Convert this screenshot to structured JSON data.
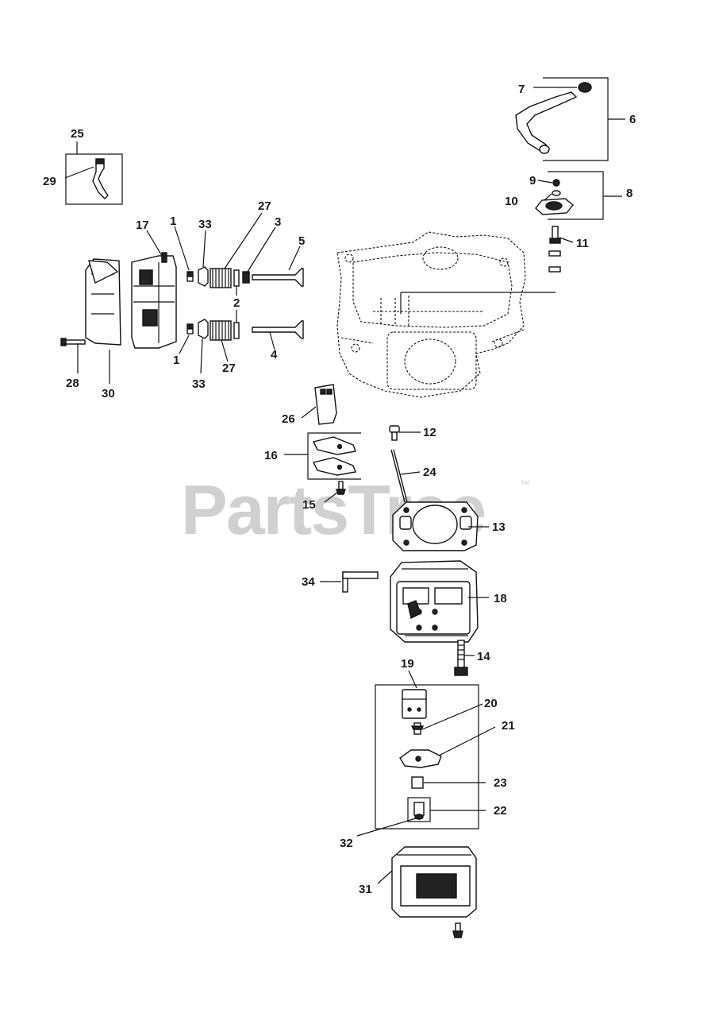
{
  "watermark": {
    "brand": "PartsTree",
    "trademark": "™"
  },
  "callouts": {
    "c1a": "1",
    "c1b": "1",
    "c2": "2",
    "c3": "3",
    "c4": "4",
    "c5": "5",
    "c6": "6",
    "c7": "7",
    "c8": "8",
    "c9": "9",
    "c10": "10",
    "c11": "11",
    "c12": "12",
    "c13": "13",
    "c14": "14",
    "c15": "15",
    "c16": "16",
    "c17": "17",
    "c18": "18",
    "c19": "19",
    "c20": "20",
    "c21": "21",
    "c22": "22",
    "c23": "23",
    "c24": "24",
    "c25": "25",
    "c26": "26",
    "c27a": "27",
    "c27b": "27",
    "c28": "28",
    "c29": "29",
    "c30": "30",
    "c31": "31",
    "c32": "32",
    "c33a": "33",
    "c33b": "33",
    "c34": "34"
  }
}
